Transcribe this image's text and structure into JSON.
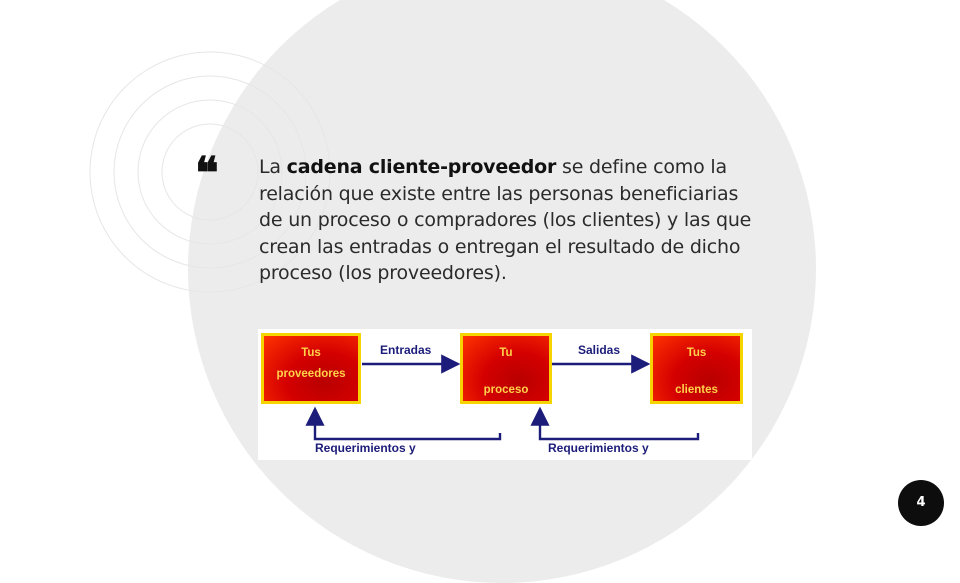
{
  "slide": {
    "quote_mark": "❝",
    "text_intro": "La ",
    "text_bold": "cadena cliente-proveedor",
    "text_rest": " se define como la relación que existe entre las personas beneficiarias de un proceso o compradores (los clientes) y las que crean las entradas o entregan el resultado de dicho proceso (los proveedores).",
    "page_number": "4"
  },
  "diagram": {
    "box1_line1": "Tus",
    "box1_line2": "proveedores",
    "box2_line1": "Tu",
    "box2_line2": "proceso",
    "box3_line1": "Tus",
    "box3_line2": "clientes",
    "arrow1_label": "Entradas",
    "arrow2_label": "Salidas",
    "feedback1_label": "Requerimientos y",
    "feedback2_label": "Requerimientos y",
    "colors": {
      "arrow": "#1c1c7a",
      "box_border": "#f5d400",
      "box_fill": "#d40000",
      "box_text": "#ffd24a"
    }
  },
  "theme": {
    "background": "#ffffff",
    "circle": "#ececec",
    "badge": "#0d0d0d"
  }
}
